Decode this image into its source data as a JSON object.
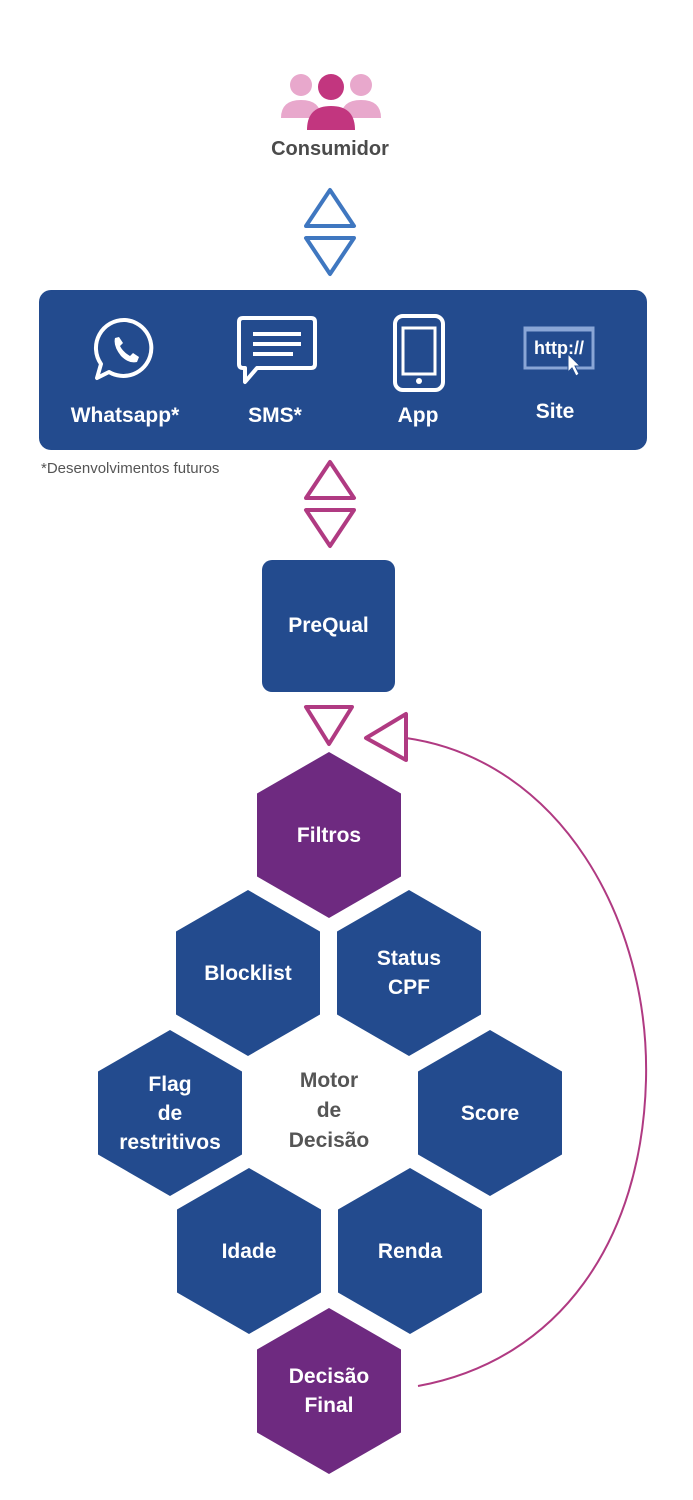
{
  "consumer": {
    "label": "Consumidor",
    "icon": "people-group-icon"
  },
  "channels": {
    "items": [
      {
        "label": "Whatsapp*",
        "icon": "whatsapp-icon"
      },
      {
        "label": "SMS*",
        "icon": "sms-chat-icon"
      },
      {
        "label": "App",
        "icon": "smartphone-icon"
      },
      {
        "label": "Site",
        "icon": "web-browser-icon",
        "icon_text": "http://"
      }
    ],
    "footnote": "*Desenvolvimentos futuros"
  },
  "prequal": {
    "label": "PreQual"
  },
  "engine": {
    "center_label": "Motor\nde\nDecisão",
    "filter": "Filtros",
    "criteria": [
      "Blocklist",
      "Status\nCPF",
      "Flag\nde\nrestritivos",
      "Score",
      "Idade",
      "Renda"
    ],
    "final": "Decisão\nFinal"
  },
  "colors": {
    "navy": "#234b8e",
    "purple": "#6e2a80",
    "magenta": "#b03a82",
    "light_blue_arrow": "#3f77c0",
    "pink_light": "#e8a8cc",
    "text_gray": "#4b4b4b"
  }
}
